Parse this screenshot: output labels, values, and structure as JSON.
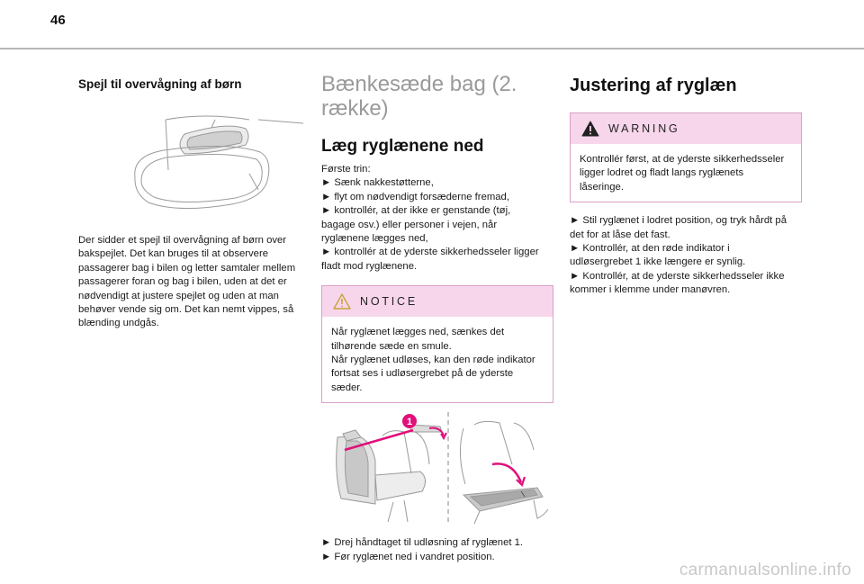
{
  "page_number": "46",
  "col1": {
    "heading": "Spejl til overvågning af børn",
    "body": [
      "Der sidder et spejl til overvågning af børn over",
      "bakspejlet. Det kan bruges til at observere",
      "passagerer bag i bilen og letter samtaler mellem",
      "passagerer foran og bag i bilen, uden at det er",
      "nødvendigt at justere spejlet og uden at man",
      "behøver vende sig om. Det kan nemt vippes, så",
      "blænding undgås."
    ]
  },
  "col2": {
    "section_title": [
      "Bænkesæde bag (2.",
      "række)"
    ],
    "subheading": "Læg ryglænene ned",
    "intro": [
      "Første trin:",
      "► Sænk nakkestøtterne,",
      "► flyt om nødvendigt forsæderne fremad,",
      "► kontrollér, at der ikke er genstande (tøj,",
      "bagage osv.) eller personer i vejen, når",
      "ryglænene lægges ned,",
      "► kontrollér at de yderste sikkerhedsseler ligger",
      "fladt mod ryglænene."
    ],
    "notice": {
      "title": "NOTICE",
      "body": [
        "Når ryglænet lægges ned, sænkes det",
        "tilhørende sæde en smule.",
        "Når ryglænet udløses, kan den røde indikator",
        "fortsat ses i udløsergrebet på de yderste",
        "sæder."
      ]
    },
    "figure_marker": "1",
    "steps": [
      "► Drej håndtaget til udløsning af ryglænet 1.",
      "► Før ryglænet ned i vandret position."
    ]
  },
  "col3": {
    "heading": "Justering af ryglæn",
    "warning": {
      "title": "WARNING",
      "body": [
        "Kontrollér først, at de yderste sikkerhedsseler",
        "ligger lodret og fladt langs ryglænets",
        "låseringe."
      ]
    },
    "steps": [
      "► Stil ryglænet i lodret position, og tryk hårdt på",
      "det for at låse det fast.",
      "► Kontrollér, at den røde indikator i",
      "udløsergrebet 1 ikke længere er synlig.",
      "► Kontrollér, at de yderste sikkerhedsseler ikke",
      "kommer i klemme under manøvren."
    ]
  },
  "watermark": "carmanualsonline.info",
  "colors": {
    "alert_header": "#f7d6ec",
    "alert_border": "#d9a0c6",
    "marker": "#e0107a"
  }
}
